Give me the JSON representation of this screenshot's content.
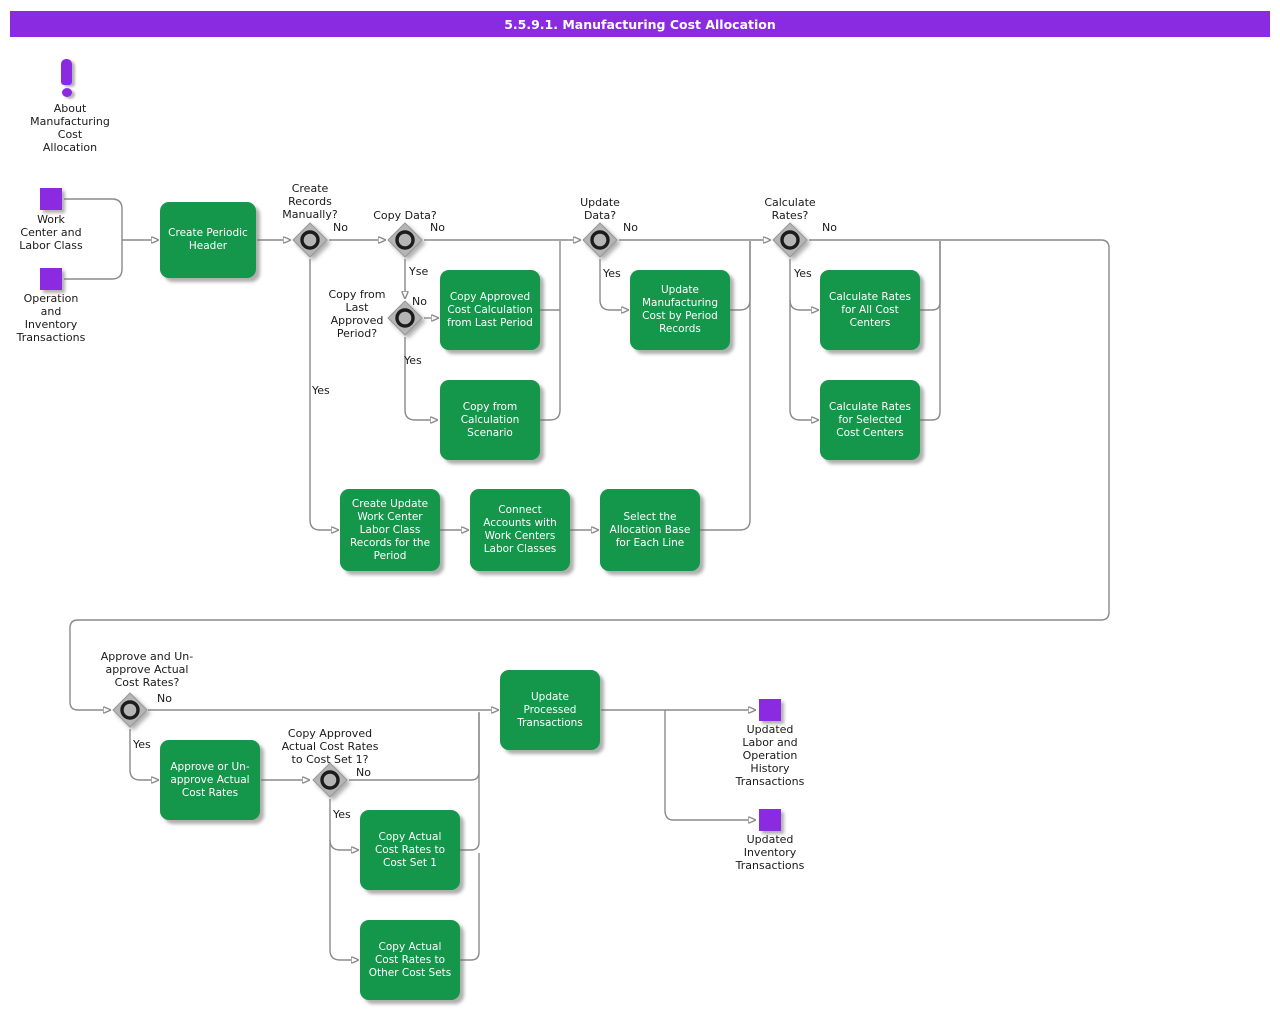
{
  "title": "5.5.9.1. Manufacturing Cost Allocation",
  "colors": {
    "accent_purple": "#8A2BE2",
    "process_green": "#14964B",
    "connector_gray": "#8a8a8a",
    "decision_gray": "#b5b5b5",
    "title_text": "#ffffff"
  },
  "about": {
    "icon": "exclamation-icon",
    "label": "About\nManufacturing\nCost\nAllocation"
  },
  "inputs": {
    "work_center": {
      "label": "Work\nCenter and\nLabor Class"
    },
    "operation": {
      "label": "Operation\nand\nInventory\nTransactions"
    }
  },
  "outputs": {
    "updated_labor": {
      "label": "Updated\nLabor and\nOperation\nHistory\nTransactions"
    },
    "updated_inventory": {
      "label": "Updated\nInventory\nTransactions"
    }
  },
  "processes": {
    "create_periodic_header": "Create Periodic\nHeader",
    "copy_approved_cost": "Copy Approved\nCost Calculation\nfrom Last Period",
    "copy_from_scenario": "Copy from\nCalculation\nScenario",
    "update_mfg_cost": "Update\nManufacturing\nCost by Period\nRecords",
    "calc_all_centers": "Calculate Rates\nfor All Cost\nCenters",
    "calc_selected_centers": "Calculate Rates\nfor Selected\nCost Centers",
    "create_update_wc": "Create Update\nWork Center\nLabor Class\nRecords for the\nPeriod",
    "connect_accounts": "Connect\nAccounts with\nWork Centers\nLabor Classes",
    "select_allocation": "Select the\nAllocation Base\nfor Each Line",
    "update_processed": "Update\nProcessed\nTransactions",
    "approve_unapprove": "Approve or Un-\napprove Actual\nCost Rates",
    "copy_actual_set1": "Copy Actual\nCost Rates to\nCost Set 1",
    "copy_actual_other": "Copy Actual\nCost Rates to\nOther Cost Sets"
  },
  "decisions": {
    "create_records": "Create\nRecords\nManually?",
    "copy_data": "Copy Data?",
    "copy_last_period": "Copy from\nLast\nApproved\nPeriod?",
    "update_data": "Update\nData?",
    "calculate_rates": "Calculate\nRates?",
    "approve_rates": "Approve and Un-\napprove Actual\nCost Rates?",
    "copy_approved_rates": "Copy Approved\nActual Cost Rates\nto Cost Set 1?"
  },
  "branch_labels": {
    "create_records_no": "No",
    "create_records_yes": "Yes",
    "copy_data_no": "No",
    "copy_data_yes": "Yse",
    "copy_last_period_no": "No",
    "copy_last_period_yes": "Yes",
    "update_data_no": "No",
    "update_data_yes": "Yes",
    "calculate_rates_no": "No",
    "calculate_rates_yes": "Yes",
    "approve_rates_no": "No",
    "approve_rates_yes": "Yes",
    "copy_approved_rates_no": "No",
    "copy_approved_rates_yes": "Yes"
  }
}
